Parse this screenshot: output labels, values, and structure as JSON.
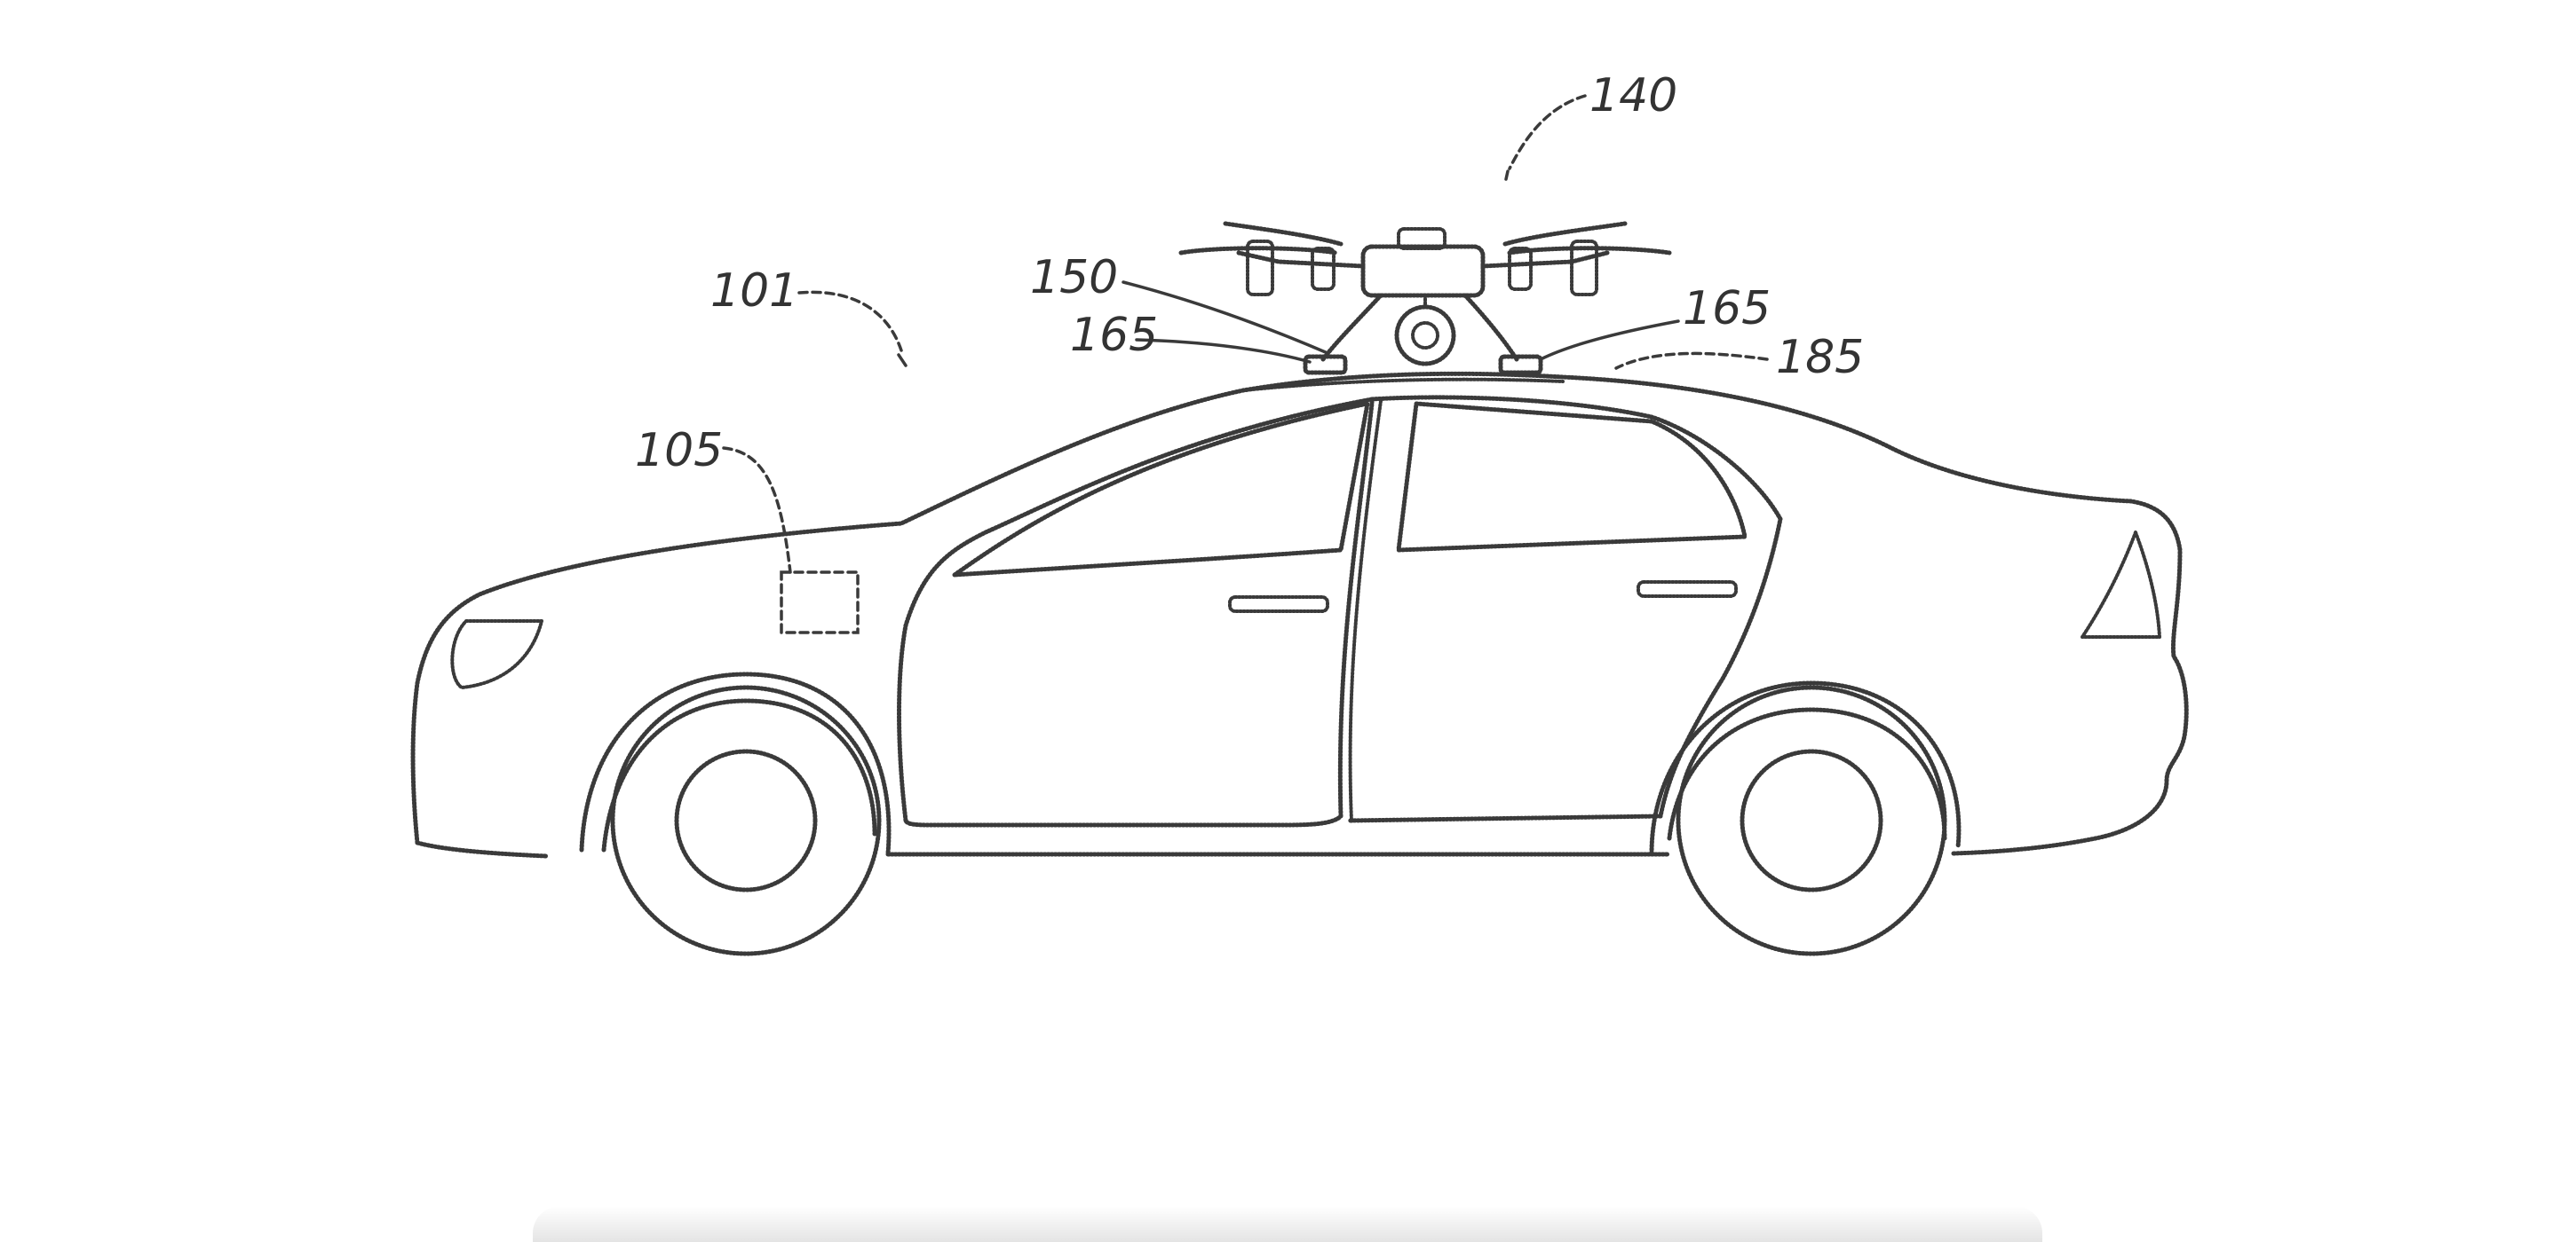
{
  "labels": {
    "vehicle": "101",
    "drone": "140",
    "device": "105",
    "camera_mount": "150",
    "pad_left": "165",
    "pad_right": "165",
    "roof_rack": "185"
  }
}
